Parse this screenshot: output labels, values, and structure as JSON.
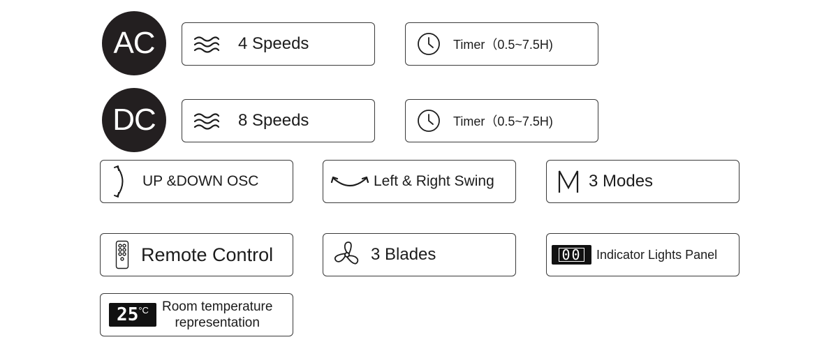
{
  "ac": {
    "badge": "AC",
    "speed": {
      "label": "4 Speeds",
      "icon": "wind-waves-icon"
    },
    "timer": {
      "label": "Timer（0.5~7.5H)",
      "icon": "clock-icon"
    }
  },
  "dc": {
    "badge": "DC",
    "speed": {
      "label": "8 Speeds",
      "icon": "wind-waves-icon"
    },
    "timer": {
      "label": "Timer（0.5~7.5H)",
      "icon": "clock-icon"
    }
  },
  "features": {
    "updown": {
      "label": "UP &DOWN OSC",
      "icon": "vertical-oscillation-icon"
    },
    "swing": {
      "label": "Left & Right Swing",
      "icon": "horizontal-swing-icon"
    },
    "modes": {
      "label": "3 Modes",
      "icon": "mode-m-icon",
      "glyph": "M"
    },
    "remote": {
      "label": "Remote Control",
      "icon": "remote-control-icon"
    },
    "blades": {
      "label": "3 Blades",
      "icon": "fan-blades-icon"
    },
    "indicator": {
      "label": "Indicator Lights Panel",
      "icon": "indicator-display-icon",
      "display": "00"
    },
    "room_temp": {
      "line1": "Room temperature",
      "line2": "representation",
      "icon": "temperature-display-icon",
      "display": "25",
      "unit": "°C"
    }
  },
  "colors": {
    "badge_bg": "#231f20",
    "border": "#3a3a3a",
    "text": "#1c1c1c"
  }
}
